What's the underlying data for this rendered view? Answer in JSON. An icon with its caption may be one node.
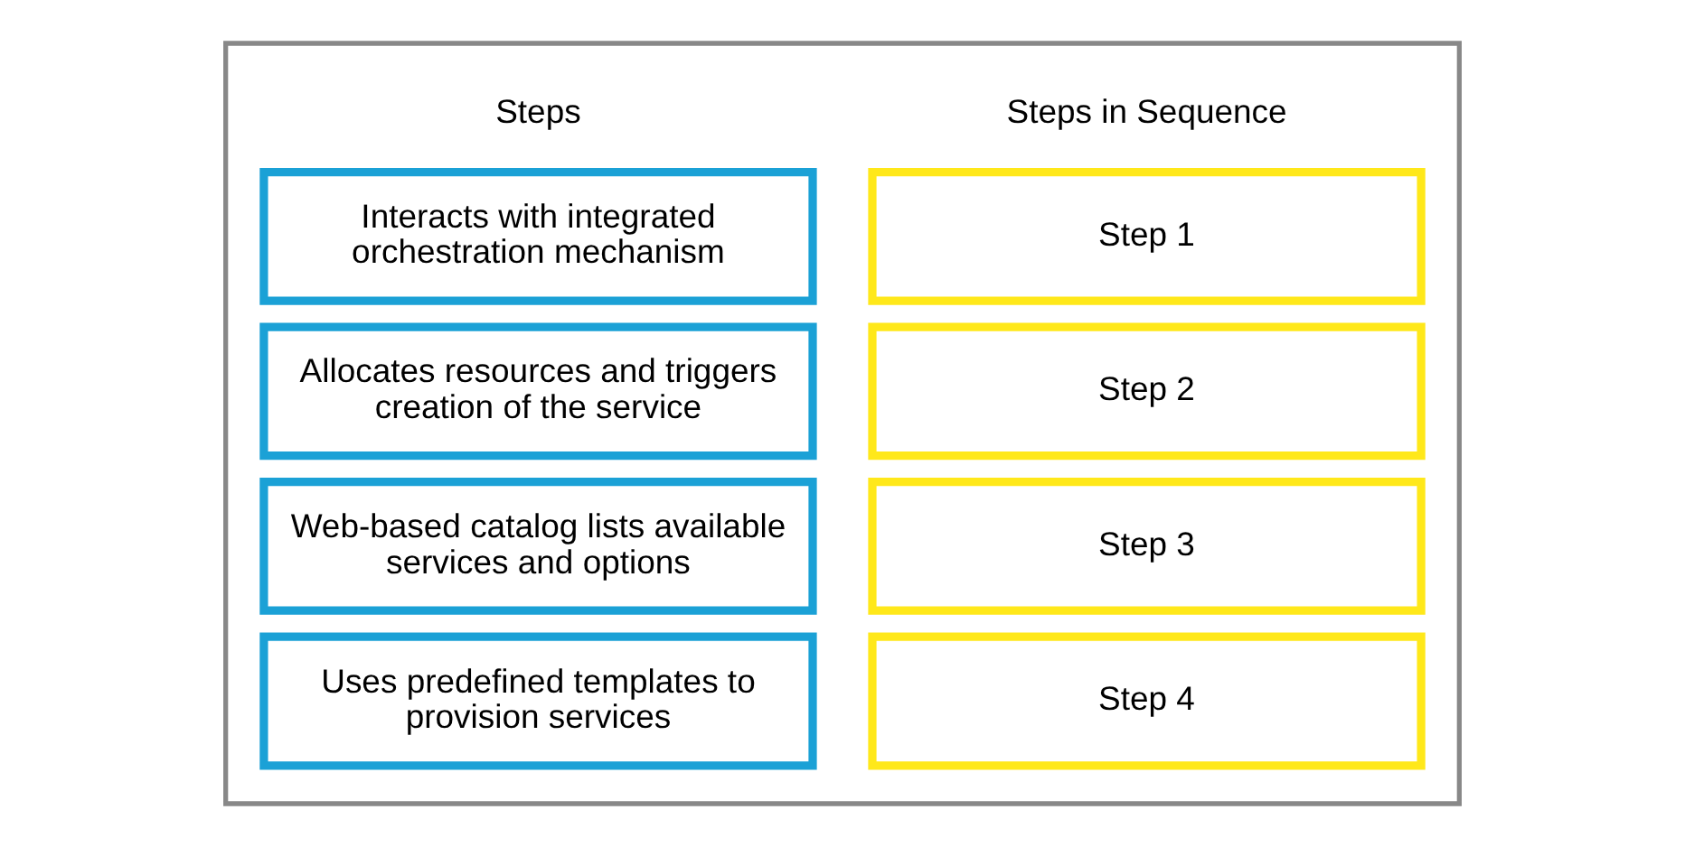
{
  "diagram": {
    "nodes": [
      {
        "text": [],
        "shape": "box"
      },
      {
        "text": [
          "Interacts with integrated orchestration mechanism"
        ],
        "in": 0
      },
      {
        "text": [
          "Allocates resources and triggers creation of the service"
        ],
        "in": 0
      },
      {
        "text": [
          "Web-based catalog lists available services and options"
        ],
        "in": 0
      },
      {
        "text": [
          "Uses predefined templates to provision services"
        ],
        "in": 0
      },
      {
        "text": [
          "Step 1"
        ],
        "in": 0
      },
      {
        "text": [
          "Step 2"
        ],
        "in": 0
      },
      {
        "text": [
          "Step 3"
        ],
        "in": 0
      },
      {
        "text": [
          "Step 4"
        ],
        "in": 0
      }
    ],
    "edges": [],
    "labels": [
      "Steps",
      "Steps in Sequence"
    ]
  }
}
